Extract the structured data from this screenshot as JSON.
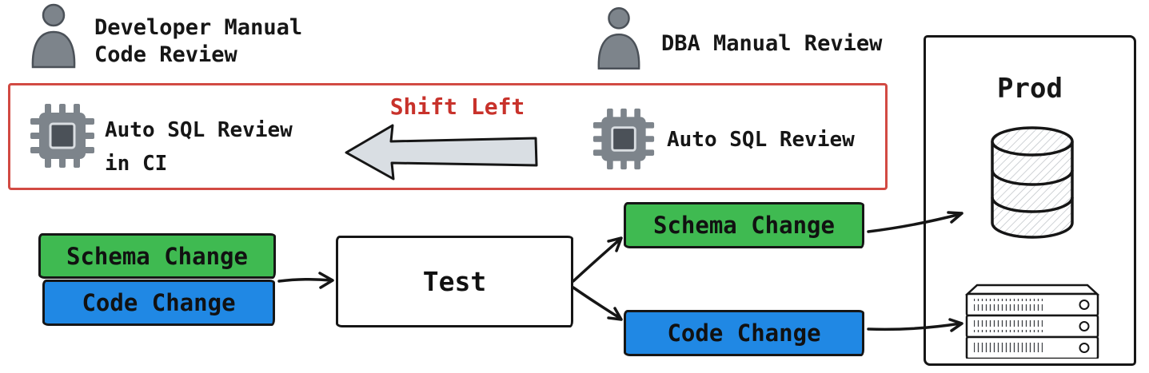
{
  "colors": {
    "green": "#3fba51",
    "blue": "#2088e4",
    "red_outline": "#d24a43",
    "red_text": "#c8322b",
    "gray": "#7d848b",
    "gray_dark": "#4b5158",
    "arrow_fill": "#d9dee3",
    "ink": "#161616"
  },
  "icons": {
    "developer": "person-icon",
    "dba": "person-icon",
    "auto_sql_ci": "chip-icon",
    "auto_sql": "chip-icon",
    "shift_left": "left-block-arrow-icon",
    "prod_database": "database-icon",
    "prod_server": "server-rack-icon"
  },
  "annotations": {
    "developer_review": "Developer Manual\nCode Review",
    "dba_review": "DBA Manual Review",
    "auto_sql_ci": "Auto SQL Review\nin CI",
    "shift_left": "Shift Left",
    "auto_sql": "Auto SQL Review"
  },
  "pipeline": {
    "left_schema": "Schema Change",
    "left_code": "Code Change",
    "test": "Test",
    "right_schema": "Schema Change",
    "right_code": "Code Change"
  },
  "prod": {
    "title": "Prod"
  }
}
